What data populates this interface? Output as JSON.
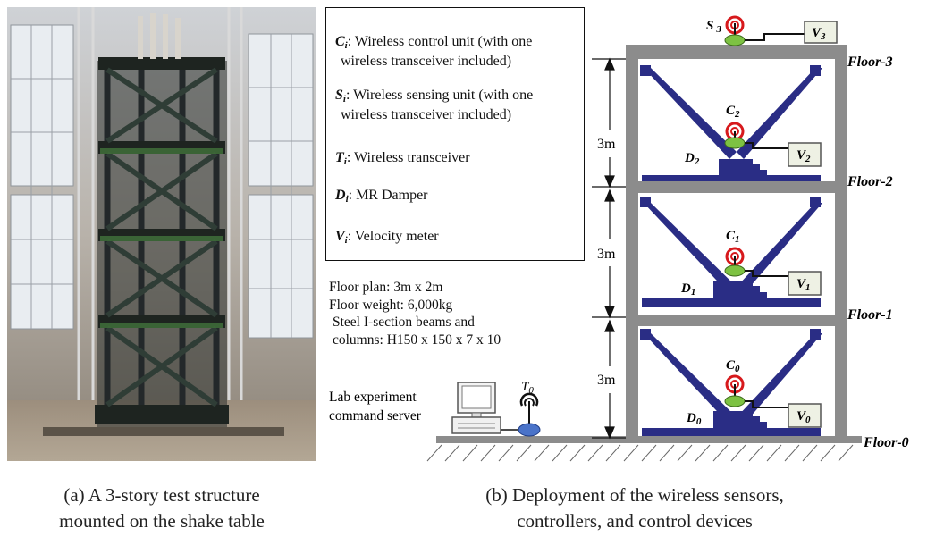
{
  "captions": {
    "a_line1": "(a) A 3-story test structure",
    "a_line2": "mounted on the shake table",
    "b_line1": "(b) Deployment of the wireless sensors,",
    "b_line2": "controllers, and control devices"
  },
  "legend": [
    {
      "symbol": "C",
      "sub": "i",
      "line1": ": Wireless control unit (with one",
      "line2": "wireless transceiver included)"
    },
    {
      "symbol": "S",
      "sub": "i",
      "line1": ": Wireless sensing unit  (with one",
      "line2": "wireless transceiver included)"
    },
    {
      "symbol": "T",
      "sub": "i",
      "line1": ": Wireless transceiver",
      "line2": ""
    },
    {
      "symbol": "D",
      "sub": "i",
      "line1": ": MR Damper",
      "line2": ""
    },
    {
      "symbol": "V",
      "sub": "i",
      "line1": ": Velocity meter",
      "line2": ""
    }
  ],
  "specs": {
    "floor_plan": "Floor plan: 3m x 2m",
    "floor_weight": "Floor weight: 6,000kg",
    "beams_line1": "Steel I-section beams and",
    "beams_line2": "columns: H150 x 150 x 7 x 10"
  },
  "server": {
    "line1": "Lab experiment",
    "line2": "command server"
  },
  "transceiver_label": {
    "main": "T",
    "sub": "0"
  },
  "floors": [
    "Floor-0",
    "Floor-1",
    "Floor-2",
    "Floor-3"
  ],
  "story_height": "3m",
  "sensor_top": {
    "main": "S",
    "sub": "3",
    "meter": "V",
    "meter_sub": "3"
  },
  "stories": [
    {
      "controller": "C",
      "sub": "0",
      "damper": "D",
      "meter": "V"
    },
    {
      "controller": "C",
      "sub": "1",
      "damper": "D",
      "meter": "V"
    },
    {
      "controller": "C",
      "sub": "2",
      "damper": "D",
      "meter": "V"
    }
  ],
  "colors": {
    "frame": "#8c8c8c",
    "brace": "#2a2d85",
    "device_green": "#7dc242",
    "antenna_red": "#d7191c",
    "meter_fill": "#eef1e4",
    "server_blue": "#4a73c9"
  }
}
